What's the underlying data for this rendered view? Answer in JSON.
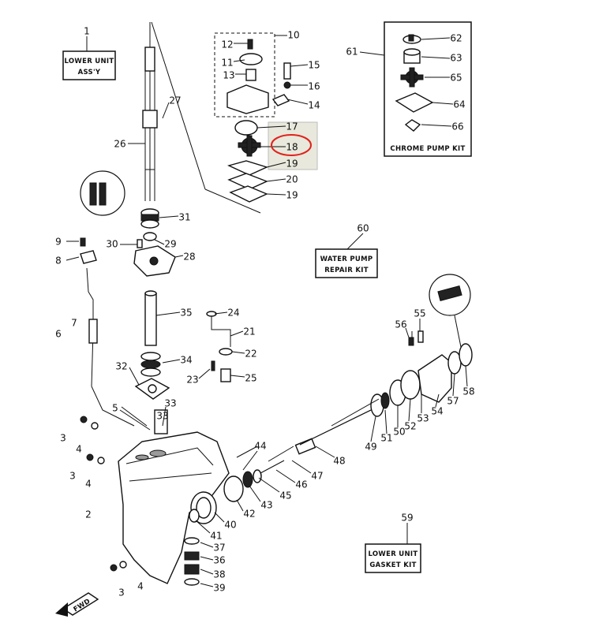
{
  "diagram": {
    "box_labels": {
      "lower_unit_line1": "LOWER UNIT",
      "lower_unit_line2": "ASS'Y",
      "chrome_kit": "CHROME PUMP KIT",
      "water_pump_line1": "WATER PUMP",
      "water_pump_line2": "REPAIR KIT",
      "gasket_line1": "LOWER UNIT",
      "gasket_line2": "GASKET KIT"
    },
    "fwd_label": "FWD",
    "highlight_color": "#e0221c",
    "highlight_box_color": "#e8e8dc",
    "callouts": [
      {
        "id": "c1",
        "text": "1"
      },
      {
        "id": "c2",
        "text": "2"
      },
      {
        "id": "c3a",
        "text": "3"
      },
      {
        "id": "c3b",
        "text": "3"
      },
      {
        "id": "c3c",
        "text": "3"
      },
      {
        "id": "c4a",
        "text": "4"
      },
      {
        "id": "c4b",
        "text": "4"
      },
      {
        "id": "c4c",
        "text": "4"
      },
      {
        "id": "c5",
        "text": "5"
      },
      {
        "id": "c6",
        "text": "6"
      },
      {
        "id": "c7",
        "text": "7"
      },
      {
        "id": "c8",
        "text": "8"
      },
      {
        "id": "c9",
        "text": "9"
      },
      {
        "id": "c10",
        "text": "10"
      },
      {
        "id": "c11",
        "text": "11"
      },
      {
        "id": "c12",
        "text": "12"
      },
      {
        "id": "c13",
        "text": "13"
      },
      {
        "id": "c14",
        "text": "14"
      },
      {
        "id": "c15",
        "text": "15"
      },
      {
        "id": "c16",
        "text": "16"
      },
      {
        "id": "c17",
        "text": "17"
      },
      {
        "id": "c18",
        "text": "18"
      },
      {
        "id": "c19a",
        "text": "19"
      },
      {
        "id": "c19b",
        "text": "19"
      },
      {
        "id": "c20",
        "text": "20"
      },
      {
        "id": "c21",
        "text": "21"
      },
      {
        "id": "c22",
        "text": "22"
      },
      {
        "id": "c23",
        "text": "23"
      },
      {
        "id": "c24",
        "text": "24"
      },
      {
        "id": "c25",
        "text": "25"
      },
      {
        "id": "c26",
        "text": "26"
      },
      {
        "id": "c27",
        "text": "27"
      },
      {
        "id": "c28",
        "text": "28"
      },
      {
        "id": "c29",
        "text": "29"
      },
      {
        "id": "c30",
        "text": "30"
      },
      {
        "id": "c31",
        "text": "31"
      },
      {
        "id": "c32",
        "text": "32"
      },
      {
        "id": "c33a",
        "text": "33"
      },
      {
        "id": "c33b",
        "text": "33"
      },
      {
        "id": "c34",
        "text": "34"
      },
      {
        "id": "c35",
        "text": "35"
      },
      {
        "id": "c36",
        "text": "36"
      },
      {
        "id": "c37",
        "text": "37"
      },
      {
        "id": "c38",
        "text": "38"
      },
      {
        "id": "c39",
        "text": "39"
      },
      {
        "id": "c40",
        "text": "40"
      },
      {
        "id": "c41",
        "text": "41"
      },
      {
        "id": "c42",
        "text": "42"
      },
      {
        "id": "c43",
        "text": "43"
      },
      {
        "id": "c44",
        "text": "44"
      },
      {
        "id": "c45",
        "text": "45"
      },
      {
        "id": "c46",
        "text": "46"
      },
      {
        "id": "c47",
        "text": "47"
      },
      {
        "id": "c48",
        "text": "48"
      },
      {
        "id": "c49",
        "text": "49"
      },
      {
        "id": "c50",
        "text": "50"
      },
      {
        "id": "c51",
        "text": "51"
      },
      {
        "id": "c52",
        "text": "52"
      },
      {
        "id": "c53",
        "text": "53"
      },
      {
        "id": "c54",
        "text": "54"
      },
      {
        "id": "c55",
        "text": "55"
      },
      {
        "id": "c56",
        "text": "56"
      },
      {
        "id": "c57",
        "text": "57"
      },
      {
        "id": "c58",
        "text": "58"
      },
      {
        "id": "c59",
        "text": "59"
      },
      {
        "id": "c60",
        "text": "60"
      },
      {
        "id": "c61",
        "text": "61"
      },
      {
        "id": "c62",
        "text": "62"
      },
      {
        "id": "c63",
        "text": "63"
      },
      {
        "id": "c64",
        "text": "64"
      },
      {
        "id": "c65",
        "text": "65"
      },
      {
        "id": "c66",
        "text": "66"
      }
    ]
  }
}
